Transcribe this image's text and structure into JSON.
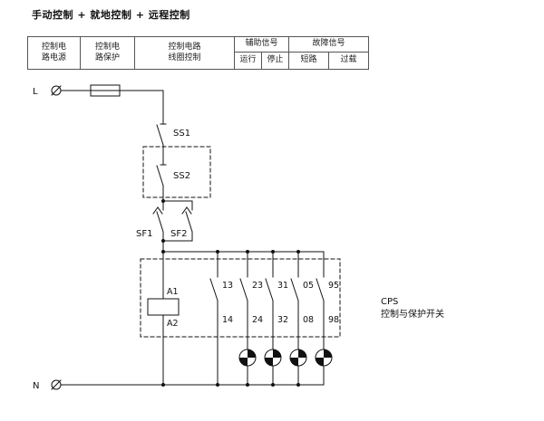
{
  "title": "手动控制 + 就地控制 + 远程控制",
  "table": {
    "col_power": "控制电\n路电源",
    "col_protection": "控制电\n路保护",
    "col_coil": "控制电路\n线圈控制",
    "aux_header": "辅助信号",
    "fault_header": "故障信号",
    "aux_sub": [
      "运行",
      "停止"
    ],
    "fault_sub": [
      "短路",
      "过载"
    ]
  },
  "circuit": {
    "line_l": "L",
    "line_n": "N",
    "switches": {
      "ss1": "SS1",
      "ss2": "SS2",
      "sf1": "SF1",
      "sf2": "SF2"
    },
    "coil": {
      "top": "A1",
      "bottom": "A2"
    },
    "contacts": {
      "top": [
        "13",
        "23",
        "31",
        "05",
        "95"
      ],
      "bottom": [
        "14",
        "24",
        "32",
        "08",
        "98"
      ]
    },
    "cps_label": {
      "line1": "CPS",
      "line2": "控制与保护开关"
    }
  }
}
